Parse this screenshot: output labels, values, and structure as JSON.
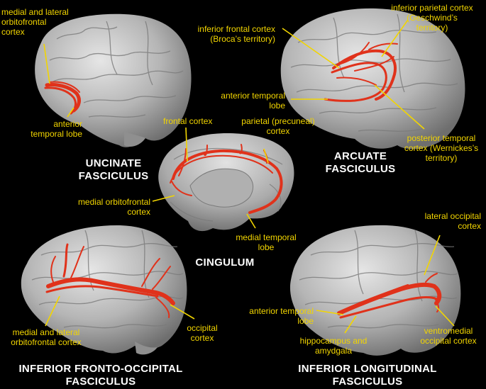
{
  "colors": {
    "background": "#000000",
    "label": "#f2d500",
    "leader_line": "#f2d500",
    "title": "#ffffff",
    "brain": "#b9b9b9",
    "tract": "#e0321b"
  },
  "titles": {
    "uncinate": "UNCINATE\nFASCICULUS",
    "arcuate": "ARCUATE\nFASCICULUS",
    "cingulum": "CINGULUM",
    "ifof": "INFERIOR FRONTO-OCCIPITAL\nFASCICULUS",
    "ilf": "INFERIOR LONGITUDINAL\nFASCICULUS"
  },
  "labels": {
    "unc_orbitofrontal": "medial and lateral\norbitofrontal\ncortex",
    "unc_temporal": "anterior\ntemporal lobe",
    "arc_frontal": "inferior frontal cortex\n(Broca’s territory)",
    "arc_parietal": "inferior parietal cortex\n(Geschwind’s\nterritory)",
    "arc_temporal": "anterior temporal\nlobe",
    "arc_posterior": "posterior temporal\ncortex  (Wernickes’s\nterritory)",
    "cing_frontal": "frontal  cortex",
    "cing_parietal": "parietal (precuneal)\ncortex",
    "cing_orbitofrontal": "medial orbitofrontal\ncortex",
    "cing_temporal": "medial temporal\nlobe",
    "ifof_orbitofrontal": "medial and lateral\norbitofrontal  cortex",
    "ifof_occipital": "occipital\ncortex",
    "ilf_lateral": "lateral occipital\ncortex",
    "ilf_temporal": "anterior temporal\nlobe",
    "ilf_hippocampus": "hippocampus and\namydgala",
    "ilf_ventromedial": "ventromedial\noccipital cortex"
  }
}
